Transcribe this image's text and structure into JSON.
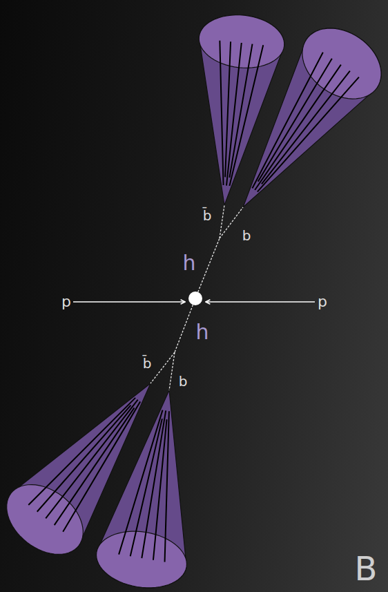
{
  "diagram": {
    "labels": [
      "b̄",
      "b",
      "h",
      "p",
      "p",
      "h",
      "b̄",
      "b",
      "B"
    ]
  }
}
